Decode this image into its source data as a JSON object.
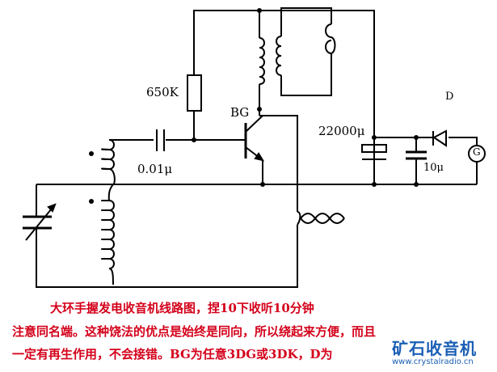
{
  "labels": {
    "resistor": "650K",
    "coupling_cap": "0.01μ",
    "transistor": "BG",
    "filter_cap": "22000μ",
    "small_cap": "10μ",
    "diode": "D",
    "generator": "G"
  },
  "caption": [
    "大环手握发电收音机线路图，捏10下收听10分钟",
    "注意同名端。这种饶法的优点是始终是同向，所以绕起来方便，而且",
    "一定有再生作用，不会接错。BG为任意3DG或3DK，D为"
  ],
  "watermark": {
    "title": "矿石收音机",
    "url": "www.crystalradio.cn"
  },
  "colors": {
    "caption": "#d4001a",
    "watermark": "#1a5fb4"
  }
}
